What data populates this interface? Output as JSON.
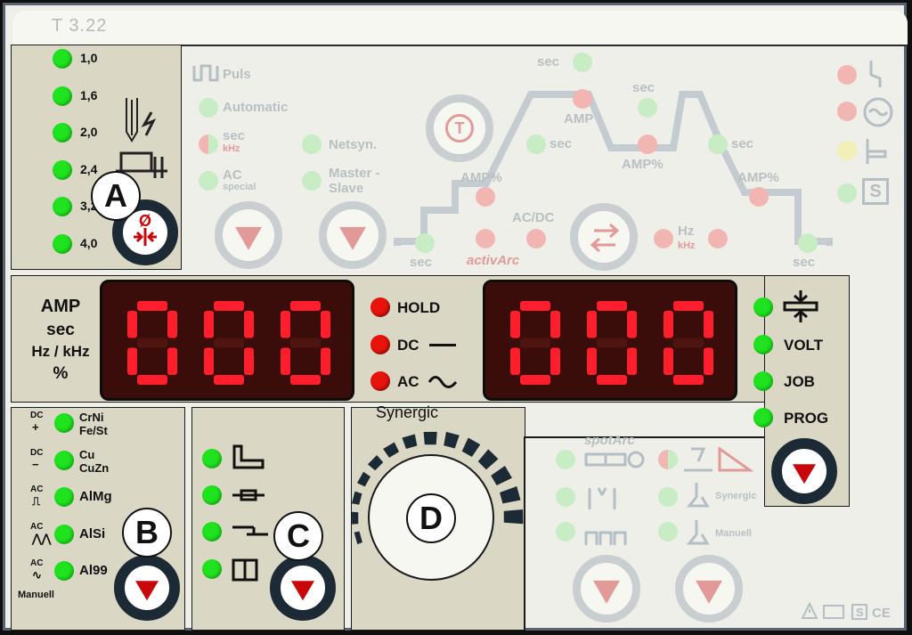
{
  "model": "T 3.22",
  "colors": {
    "led_green": "#1ee31e",
    "led_red": "#e8140c",
    "display_bg": "#3a0d0a",
    "segment_on": "#ff1f2c",
    "panel_beige": "#dad7c5",
    "faded_text": "#b9c0c2"
  },
  "wire_diameters": [
    "1,0",
    "1,6",
    "2,0",
    "2,4",
    "3,2",
    "4,0"
  ],
  "diameter_symbol": "Ø",
  "badges": {
    "a": "A",
    "b": "B",
    "c": "C",
    "d": "D"
  },
  "left_display": {
    "units": [
      "AMP",
      "sec",
      "Hz / kHz",
      "%"
    ],
    "value": "000"
  },
  "right_display": {
    "value": "000"
  },
  "mode_indicators": {
    "hold": "HOLD",
    "dc": "DC",
    "ac": "AC"
  },
  "synergic_label": "Synergic",
  "right_indicators": {
    "volt": "VOLT",
    "job": "JOB",
    "prog": "PROG"
  },
  "materials": [
    {
      "pol": "DC",
      "sign": "+",
      "label": "CrNi",
      "label2": "Fe/St"
    },
    {
      "pol": "DC",
      "sign": "−",
      "label": "Cu",
      "label2": "CuZn"
    },
    {
      "pol": "AC",
      "sign": "⎍",
      "label": "AlMg",
      "label2": ""
    },
    {
      "pol": "AC",
      "sign": "⋀⋀",
      "label": "AlSi",
      "label2": ""
    },
    {
      "pol": "AC",
      "sign": "∿",
      "label": "Al99",
      "label2": ""
    }
  ],
  "manuell_label": "Manuell",
  "faded": {
    "puls": "Puls",
    "automatic": "Automatic",
    "sec": "sec",
    "khz": "kHz",
    "ac": "AC",
    "special": "special",
    "netsyn": "Netsyn.",
    "master": "Master -",
    "slave": "Slave",
    "amp": "AMP",
    "amp_pct": "AMP%",
    "acdc": "AC/DC",
    "activarc": "activArc",
    "hz": "Hz",
    "spotarc": "spotArc",
    "synergic": "Synergic",
    "manuell": "Manuell",
    "s": "S"
  }
}
